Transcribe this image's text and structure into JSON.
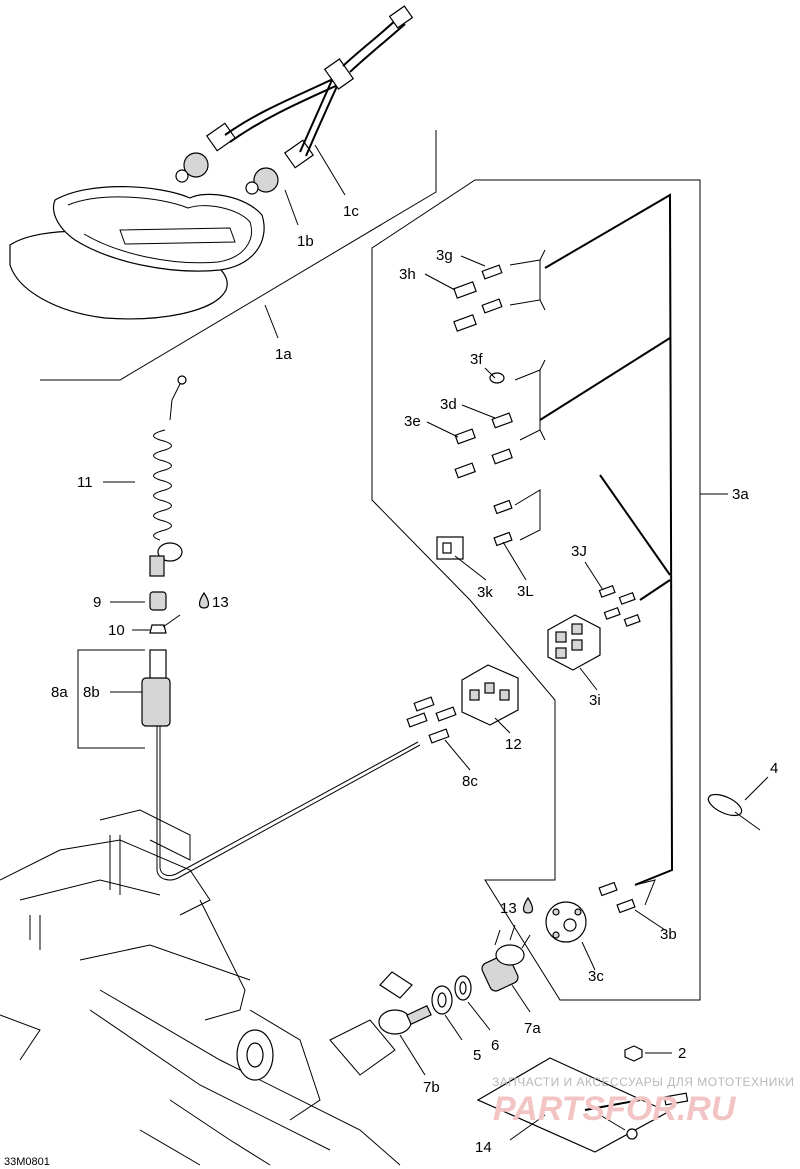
{
  "diagram_code": "33M0801",
  "watermark": {
    "line1": "ЗАПЧАСТИ И АКСЕССУАРЫ ДЛЯ МОТОТЕХНИКИ",
    "line2": "PARTSFOR.RU"
  },
  "callouts": {
    "c1a": "1a",
    "c1b": "1b",
    "c1c": "1c",
    "c2": "2",
    "c3a": "3a",
    "c3b": "3b",
    "c3c": "3c",
    "c3d": "3d",
    "c3e": "3e",
    "c3f": "3f",
    "c3g": "3g",
    "c3h": "3h",
    "c3i": "3i",
    "c3j": "3J",
    "c3k": "3k",
    "c3l": "3L",
    "c4": "4",
    "c5": "5",
    "c6": "6",
    "c7a": "7a",
    "c7b": "7b",
    "c8a": "8a",
    "c8b": "8b",
    "c8c": "8c",
    "c9": "9",
    "c10": "10",
    "c11": "11",
    "c12": "12",
    "c13a": "13",
    "c13b": "13",
    "c14": "14"
  },
  "icons": {
    "drop": "sealant-drop-icon"
  }
}
